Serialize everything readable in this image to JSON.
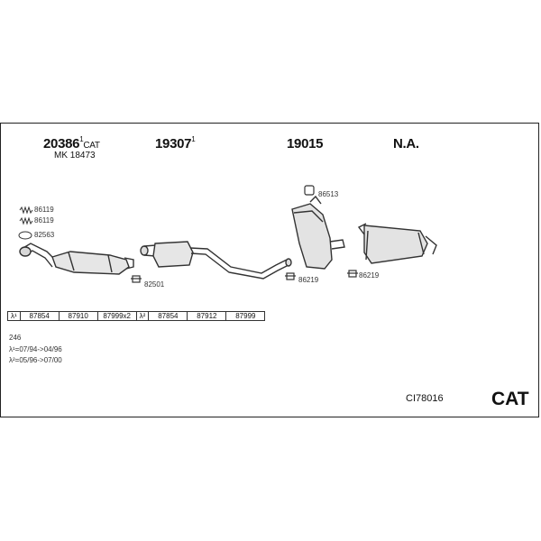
{
  "sections": [
    {
      "part": "20386",
      "sup": "1",
      "suffix": "CAT",
      "sub": "MK 18473"
    },
    {
      "part": "19307",
      "sup": "1"
    },
    {
      "part": "19015"
    },
    {
      "part": "N.A."
    }
  ],
  "accessories": [
    {
      "code": "86119"
    },
    {
      "code": "86119"
    },
    {
      "code": "82563"
    },
    {
      "code": "82501"
    },
    {
      "code": "86513"
    },
    {
      "code": "86219"
    },
    {
      "code": "86219"
    }
  ],
  "lambda_table": {
    "group1": {
      "label": "λ¹",
      "cells": [
        "87854",
        "87910",
        "87999x2"
      ]
    },
    "group2": {
      "label": "λ²",
      "cells": [
        "87854",
        "87912",
        "87999"
      ]
    }
  },
  "notes": {
    "code": "246",
    "lambda1": "λ¹=07/94->04/96",
    "lambda2": "λ²=05/96->07/00"
  },
  "footer": {
    "ref": "CI78016",
    "type": "CAT"
  }
}
